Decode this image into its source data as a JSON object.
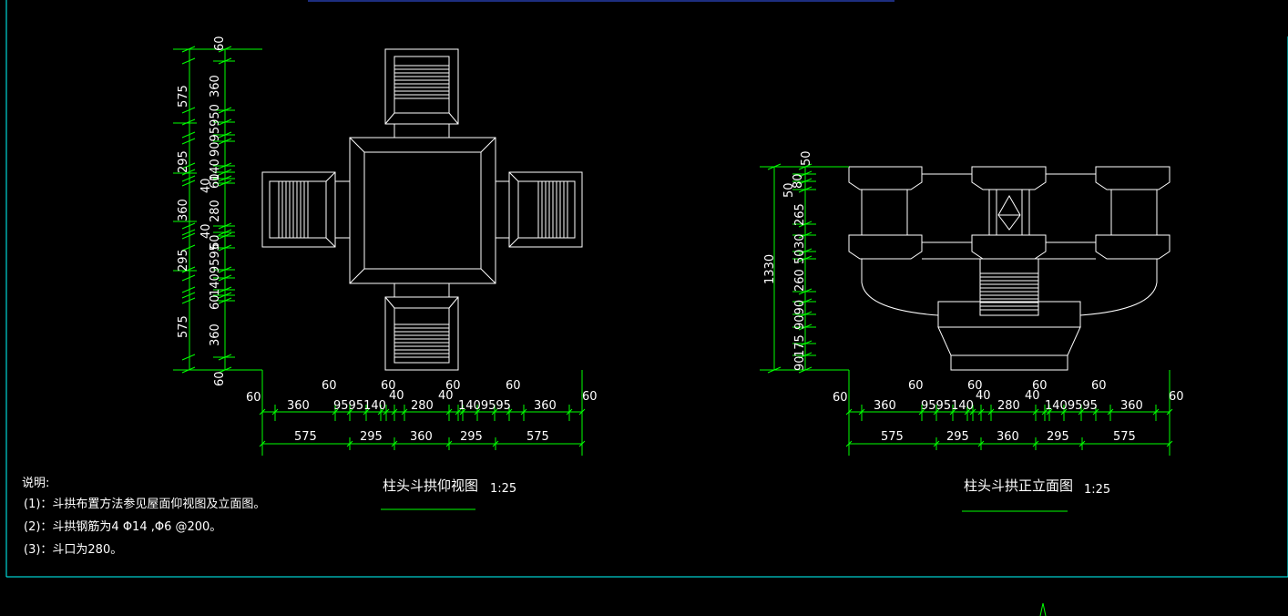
{
  "plan": {
    "title": "柱头斗拱仰视图",
    "scale": "1:25",
    "bottom_row1": [
      "60",
      "360",
      "9595140",
      "40",
      "280",
      "40",
      "1409595",
      "360",
      "60"
    ],
    "bottom_top_labels": [
      "60",
      "60",
      "60",
      "60"
    ],
    "bottom_row2": [
      "575",
      "295",
      "360",
      "295",
      "575"
    ],
    "left_outer": [
      "575",
      "295",
      "360",
      "295",
      "575"
    ],
    "left_inner": [
      "60",
      "360",
      "9095950",
      "140",
      "40",
      "60",
      "280",
      "40",
      "60",
      "1409595",
      "60",
      "360",
      "60"
    ]
  },
  "elevation": {
    "title": "柱头斗拱正立面图",
    "scale": "1:25",
    "bottom_row1": [
      "60",
      "360",
      "9595140",
      "40",
      "280",
      "40",
      "1409595",
      "360",
      "60"
    ],
    "bottom_top_labels": [
      "60",
      "60",
      "60",
      "60"
    ],
    "bottom_row2": [
      "575",
      "295",
      "360",
      "295",
      "575"
    ],
    "left_total": "1330",
    "left_inner": [
      "50",
      "50",
      "80",
      "265",
      "30",
      "50",
      "260",
      "9090",
      "175",
      "90"
    ]
  },
  "notes": {
    "heading": "说明:",
    "items": [
      "(1)：斗拱布置方法参见屋面仰视图及立面图。",
      "(2)：斗拱钢筋为4 Φ14 ,Φ6 @200。",
      "(3)：斗口为280。"
    ]
  }
}
